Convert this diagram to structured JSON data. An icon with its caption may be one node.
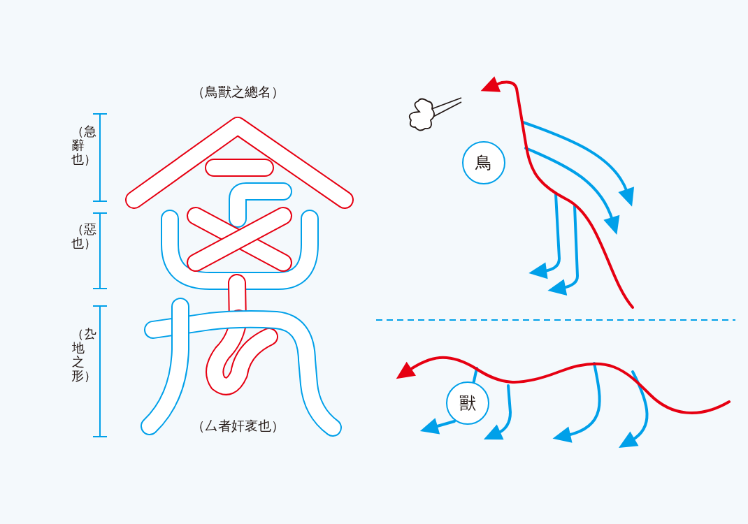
{
  "diagram": {
    "nodes": [
      {
        "text": [
          "鳥"
        ]
      },
      {
        "text": [
          "獸"
        ]
      }
    ],
    "labels": [
      "（鳥獸之總名）",
      "（急辭也）",
      "（惡也）",
      "（厹地之形）",
      "（厶者奸衺也）"
    ]
  }
}
